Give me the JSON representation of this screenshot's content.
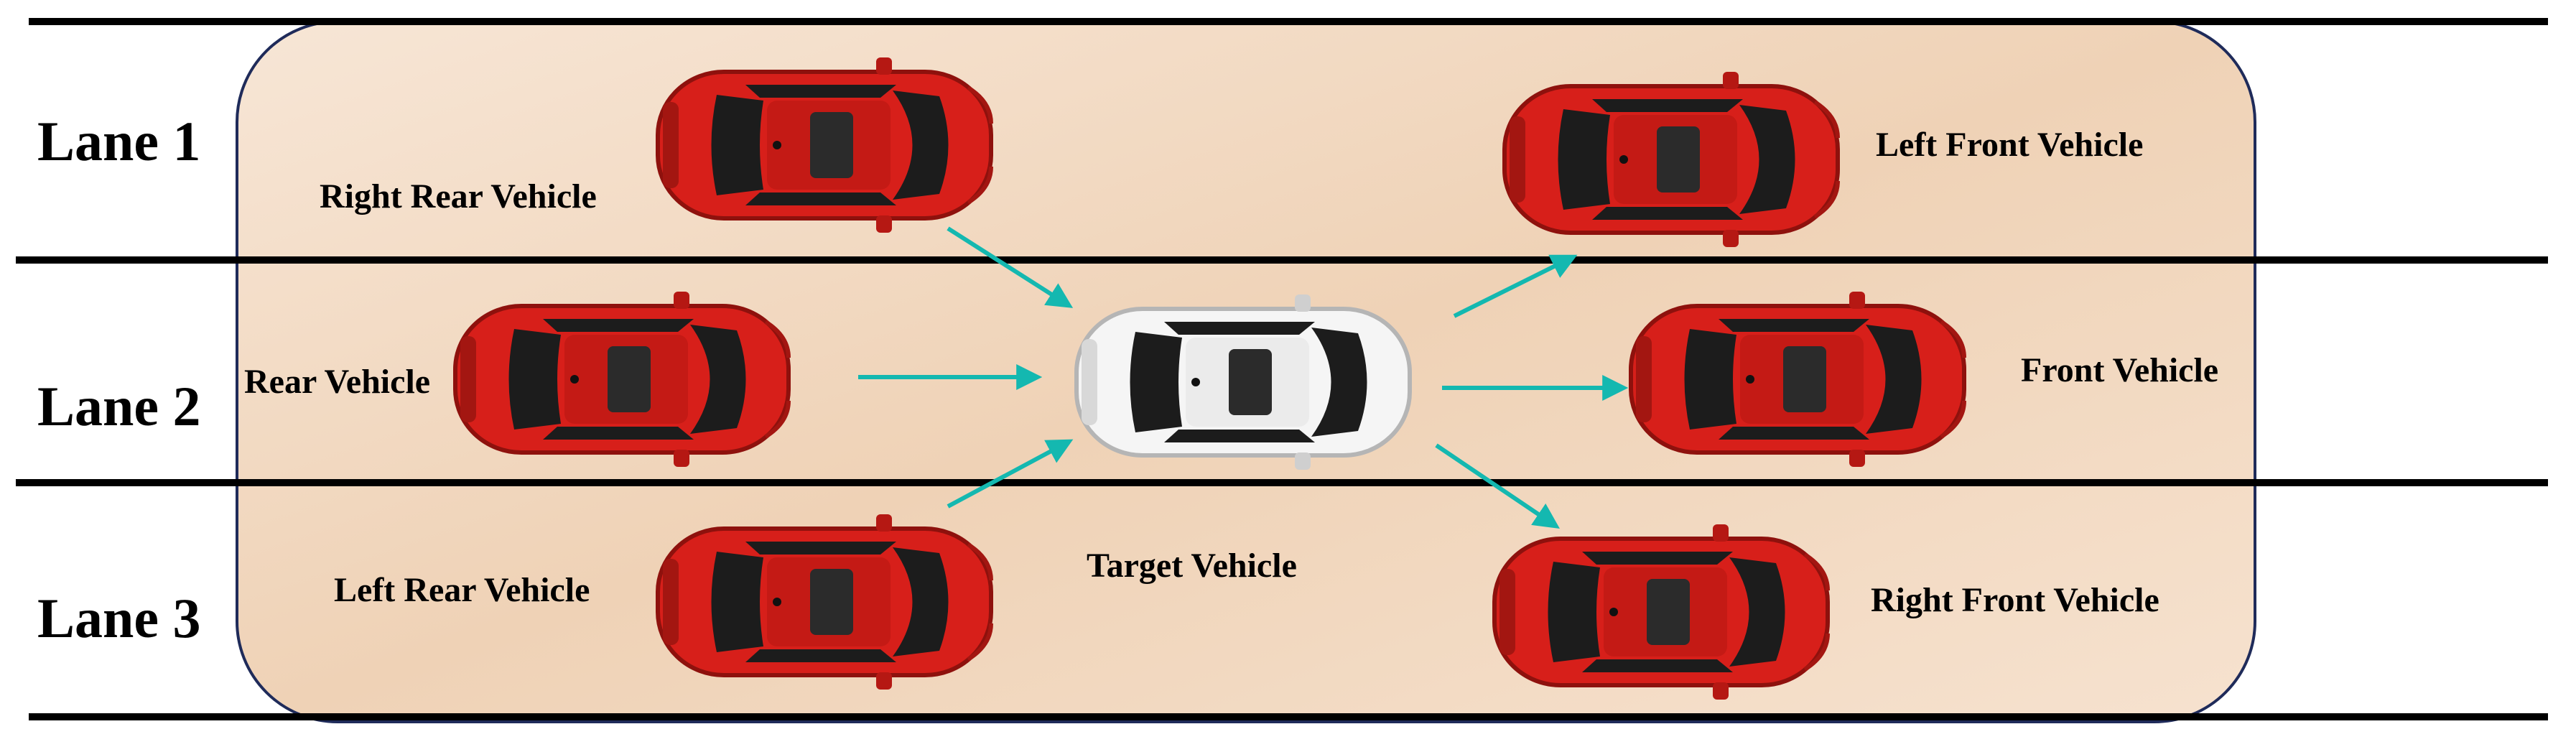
{
  "lanes": [
    {
      "label": "Lane 1"
    },
    {
      "label": "Lane 2"
    },
    {
      "label": "Lane 3"
    }
  ],
  "vehicles": {
    "right_rear": {
      "label": "Right Rear Vehicle",
      "lane": 1,
      "color": "#d71f1a"
    },
    "left_front": {
      "label": "Left Front Vehicle",
      "lane": 1,
      "color": "#d71f1a"
    },
    "rear": {
      "label": "Rear Vehicle",
      "lane": 2,
      "color": "#d71f1a"
    },
    "target": {
      "label": "Target Vehicle",
      "lane": 2,
      "color": "#f4f4f4"
    },
    "front": {
      "label": "Front Vehicle",
      "lane": 2,
      "color": "#d71f1a"
    },
    "left_rear": {
      "label": "Left Rear Vehicle",
      "lane": 3,
      "color": "#d71f1a"
    },
    "right_front": {
      "label": "Right Front Vehicle",
      "lane": 3,
      "color": "#d71f1a"
    }
  },
  "colors": {
    "arrow": "#14b8b0",
    "region_fill_light": "#f7e6d6",
    "region_fill_dark": "#eecfb2",
    "region_border": "#1f2b5a",
    "lane_line": "#000000"
  }
}
